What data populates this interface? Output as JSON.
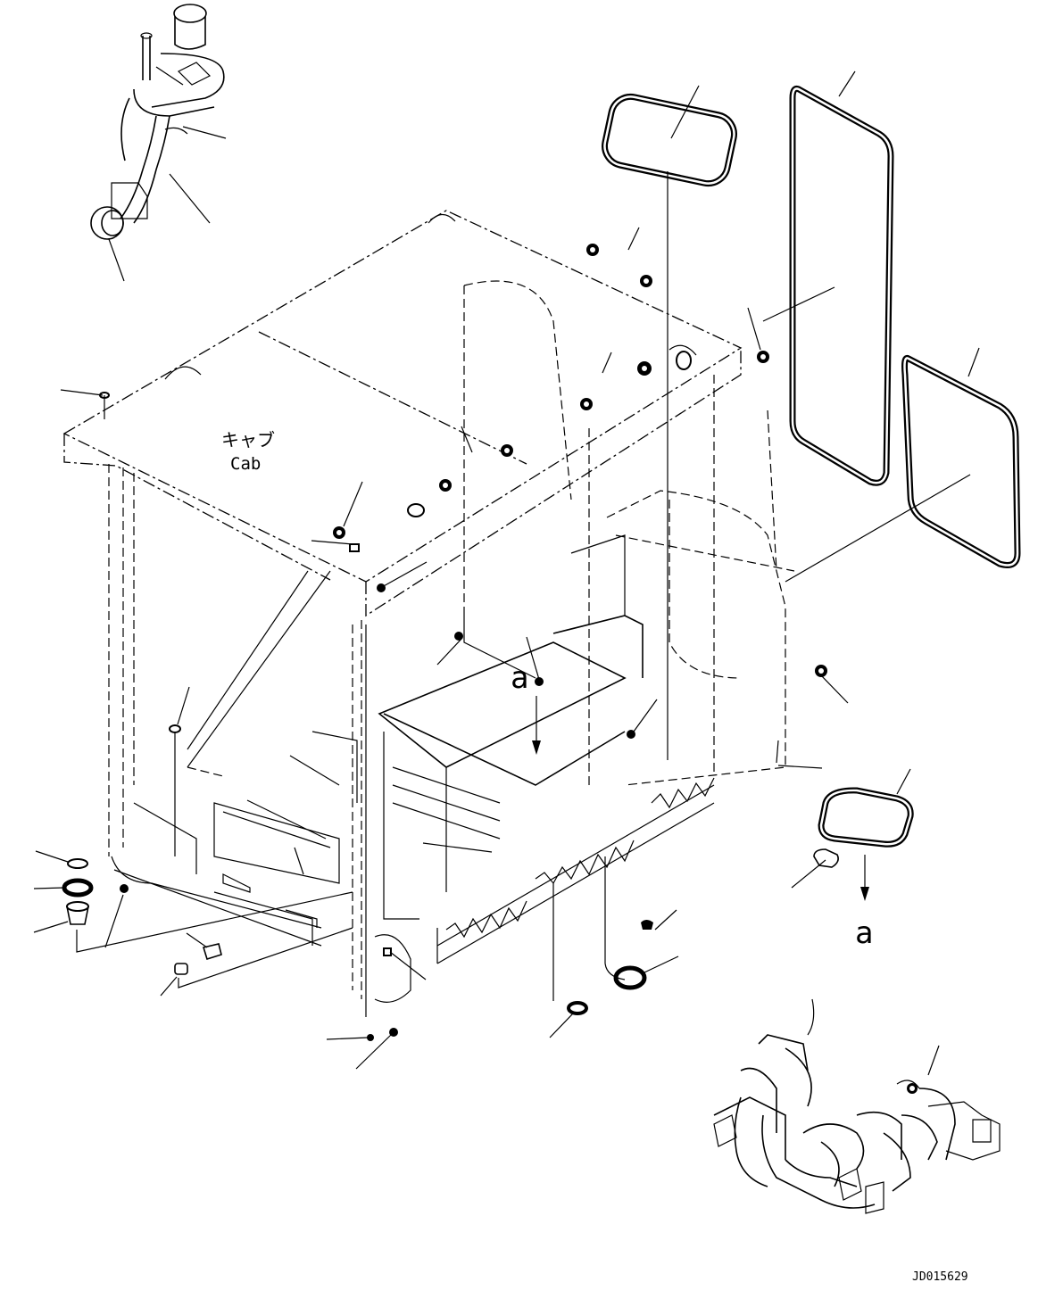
{
  "labels": {
    "cab_jp": "キャブ",
    "cab_en": "Cab",
    "ref_a_top": "a",
    "ref_a_bottom": "a",
    "drawing_id": "JD015629"
  }
}
